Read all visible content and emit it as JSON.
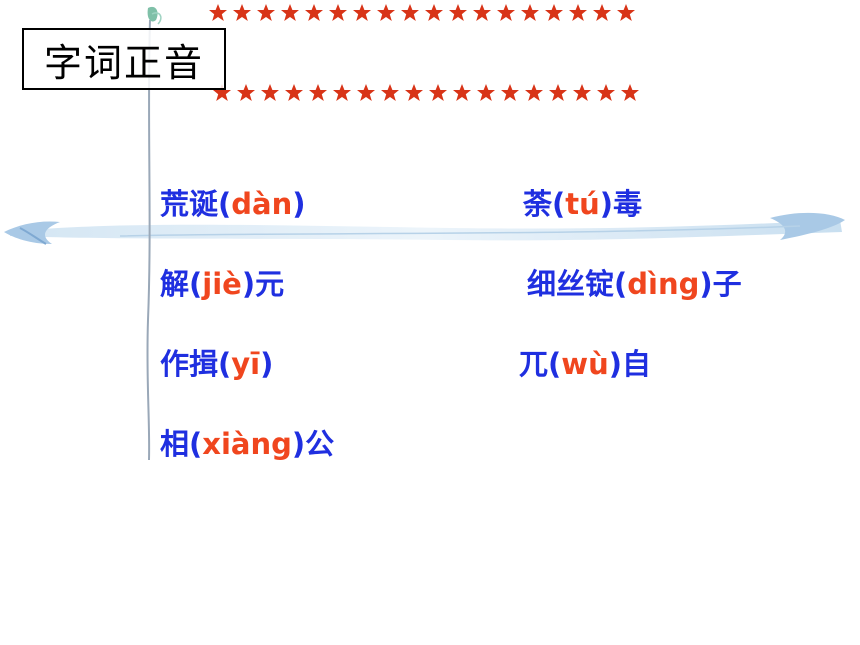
{
  "slide": {
    "title": "字词正音",
    "colors": {
      "word": "#1f2fe0",
      "pinyin": "#f0461e",
      "star": "#d83418"
    },
    "entries": [
      {
        "pre": "荒诞",
        "pinyin": "dàn",
        "post": ""
      },
      {
        "pre": "荼",
        "pinyin": "tú",
        "post": "毒"
      },
      {
        "pre": "解",
        "pinyin": "jiè",
        "post": "元"
      },
      {
        "pre": "细丝锭",
        "pinyin": "dìng",
        "post": "子"
      },
      {
        "pre": "作揖",
        "pinyin": "yī",
        "post": ""
      },
      {
        "pre": "兀",
        "pinyin": "wù",
        "post": "自"
      },
      {
        "pre": "相",
        "pinyin": "xiàng",
        "post": "公"
      }
    ]
  }
}
